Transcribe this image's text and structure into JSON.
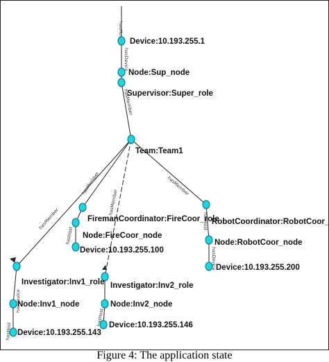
{
  "nodes": {
    "device_sup": "Device:10.193.255.1",
    "sup_node": "Node:Sup_node",
    "supervisor": "Supervisor:Super_role",
    "team": "Team:Team1",
    "fireman": "FiremanCoordinator:FireCoor_role",
    "fire_node": "Node:FireCoor_node",
    "fire_device": "Device:10.193.255.100",
    "robot": "RobotCoordinator:RobotCoor_role",
    "robot_node": "Node:RobotCoor_node",
    "robot_device": "Device:10.193.255.200",
    "inv1": "Investigator:Inv1_role",
    "inv1_node": "Node:Inv1_node",
    "inv1_device": "Device:10.193.255.143",
    "inv2": "Investigator:Inv2_role",
    "inv2_node": "Node:Inv2_node",
    "inv2_device": "Device:10.193.255.146"
  },
  "edges": {
    "hasMember": "hasMember",
    "hasHost": "hasHost",
    "hasDevice": "hasDevice"
  },
  "caption": "Figure 4: The application state"
}
